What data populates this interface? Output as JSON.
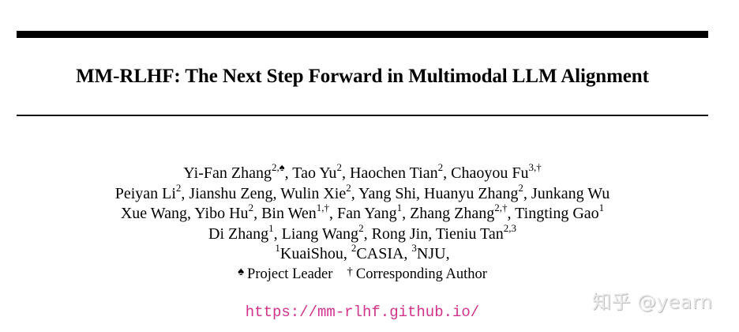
{
  "paper": {
    "title": "MM-RLHF: The Next Step Forward in Multimodal LLM Alignment",
    "author_lines": [
      [
        {
          "name": "Yi-Fan Zhang",
          "sup": "2,",
          "mark": "♠",
          "sep": ", "
        },
        {
          "name": "Tao Yu",
          "sup": "2",
          "sep": ", "
        },
        {
          "name": "Haochen Tian",
          "sup": "2",
          "sep": ", "
        },
        {
          "name": "Chaoyou Fu",
          "sup": "3,†",
          "sep": ""
        }
      ],
      [
        {
          "name": "Peiyan Li",
          "sup": "2",
          "sep": ", "
        },
        {
          "name": "Jianshu Zeng",
          "sup": "",
          "sep": ", "
        },
        {
          "name": "Wulin Xie",
          "sup": "2",
          "sep": ", "
        },
        {
          "name": "Yang Shi",
          "sup": "",
          "sep": ", "
        },
        {
          "name": "Huanyu Zhang",
          "sup": "2",
          "sep": ", "
        },
        {
          "name": "Junkang Wu",
          "sup": "",
          "sep": ""
        }
      ],
      [
        {
          "name": "Xue Wang",
          "sup": "",
          "sep": ", "
        },
        {
          "name": "Yibo Hu",
          "sup": "2",
          "sep": ", "
        },
        {
          "name": "Bin Wen",
          "sup": "1,†",
          "sep": ", "
        },
        {
          "name": "Fan Yang",
          "sup": "1",
          "sep": ", "
        },
        {
          "name": "Zhang Zhang",
          "sup": "2,†",
          "sep": ", "
        },
        {
          "name": "Tingting Gao",
          "sup": "1",
          "sep": ""
        }
      ],
      [
        {
          "name": "Di Zhang",
          "sup": "1",
          "sep": ", "
        },
        {
          "name": "Liang Wang",
          "sup": "2",
          "sep": ", "
        },
        {
          "name": "Rong Jin",
          "sup": "",
          "sep": ", "
        },
        {
          "name": "Tieniu Tan",
          "sup": "2,3",
          "sep": ""
        }
      ]
    ],
    "affiliations": [
      {
        "sup": "1",
        "name": "KuaiShou",
        "sep": ", "
      },
      {
        "sup": "2",
        "name": "CASIA",
        "sep": ", "
      },
      {
        "sup": "3",
        "name": "NJU",
        "sep": ","
      }
    ],
    "notes": {
      "project_leader_symbol": "♠",
      "project_leader_label": "Project Leader",
      "corresponding_symbol": "†",
      "corresponding_label": "Corresponding Author"
    },
    "url": "https://mm-rlhf.github.io/"
  },
  "watermark": "知乎 @yearn",
  "colors": {
    "url": "#d0338c",
    "text": "#000000",
    "background": "#ffffff"
  }
}
